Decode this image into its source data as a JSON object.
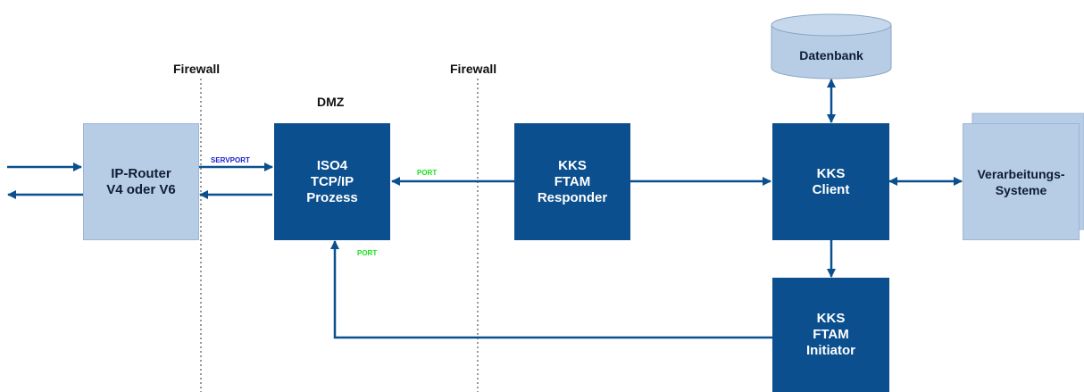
{
  "labels": {
    "firewall_left": "Firewall",
    "firewall_right": "Firewall",
    "dmz": "DMZ",
    "servport": "SERVPORT",
    "port_upper": "PORT",
    "port_lower": "PORT"
  },
  "nodes": {
    "router": "IP-Router\nV4 oder V6",
    "iso4": "ISO4\nTCP/IP\nProzess",
    "responder": "KKS\nFTAM\nResponder",
    "client": "KKS\nClient",
    "initiator": "KKS\nFTAM\nInitiator",
    "database": "Datenbank",
    "processing": "Verarbeitungs-\nSysteme"
  },
  "colors": {
    "dark_box": "#0b4f8e",
    "light_box": "#b7cde6",
    "arrow": "#0b4f8e",
    "port_label": "#19e01e",
    "servport_label": "#1d24c9"
  }
}
